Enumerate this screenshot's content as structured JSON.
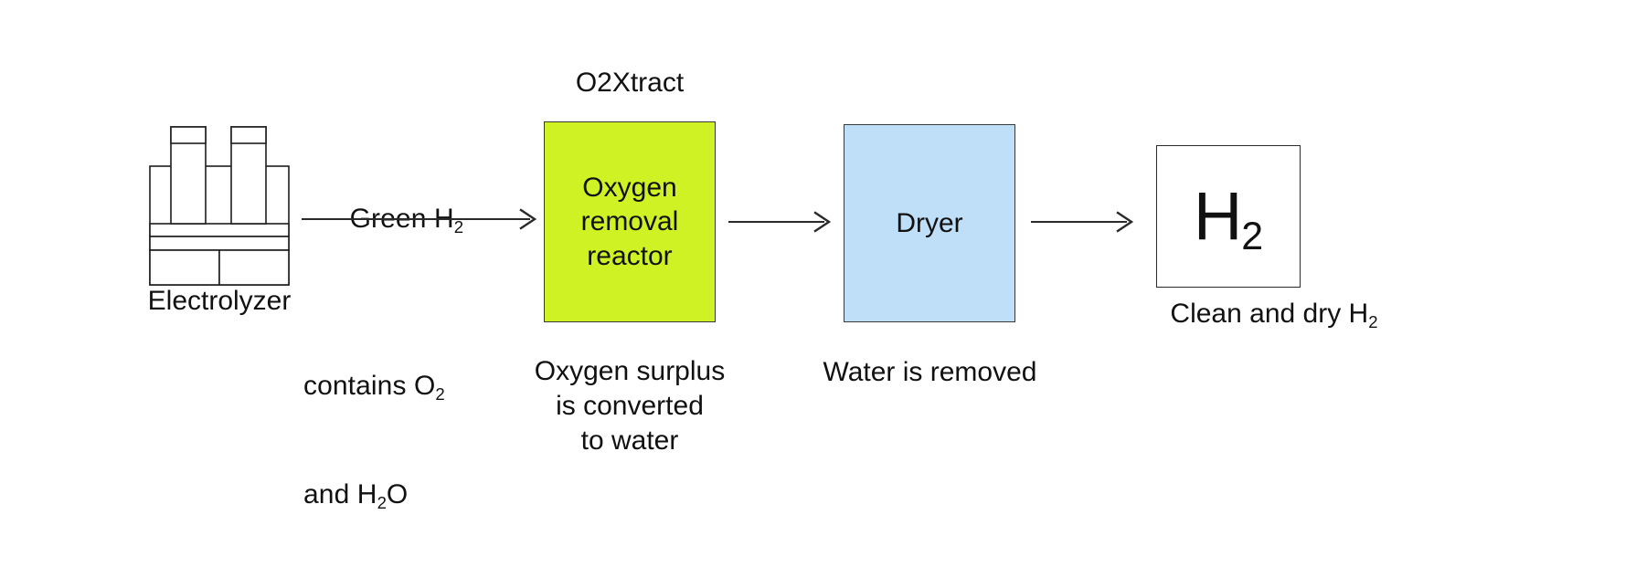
{
  "diagram": {
    "title": "O2Xtract",
    "type": "process-flow",
    "background_color": "#ffffff",
    "text_color": "#111111"
  },
  "stages": {
    "electrolyzer": {
      "icon": "electrolyzer-icon",
      "caption": "Electrolyzer"
    },
    "stream": {
      "above_line": "Green H",
      "above_line_sub": "2",
      "below_line_1": "contains O",
      "below_line_1_sub": "2",
      "below_line_2_a": "and H",
      "below_line_2_sub": "2",
      "below_line_2_b": "O"
    },
    "reactor": {
      "title": "O2Xtract",
      "box_line_1": "Oxygen",
      "box_line_2": "removal",
      "box_line_3": "reactor",
      "fill_color": "#CFF224",
      "border_color": "#3a3a3a",
      "caption_line_1": "Oxygen surplus",
      "caption_line_2": "is converted",
      "caption_line_3": "to water"
    },
    "dryer": {
      "box_label": "Dryer",
      "fill_color": "#BFDFF8",
      "border_color": "#3a3a3a",
      "caption": "Water is removed"
    },
    "product": {
      "formula": "H",
      "formula_sub": "2",
      "fill_color": "#ffffff",
      "border_color": "#2a2a2a",
      "caption_a": "Clean and dry H",
      "caption_sub": "2"
    }
  },
  "arrows": {
    "arrow_1_name": "arrow-electrolyzer-to-reactor",
    "arrow_2_name": "arrow-reactor-to-dryer",
    "arrow_3_name": "arrow-dryer-to-product",
    "color": "#2a2a2a"
  }
}
